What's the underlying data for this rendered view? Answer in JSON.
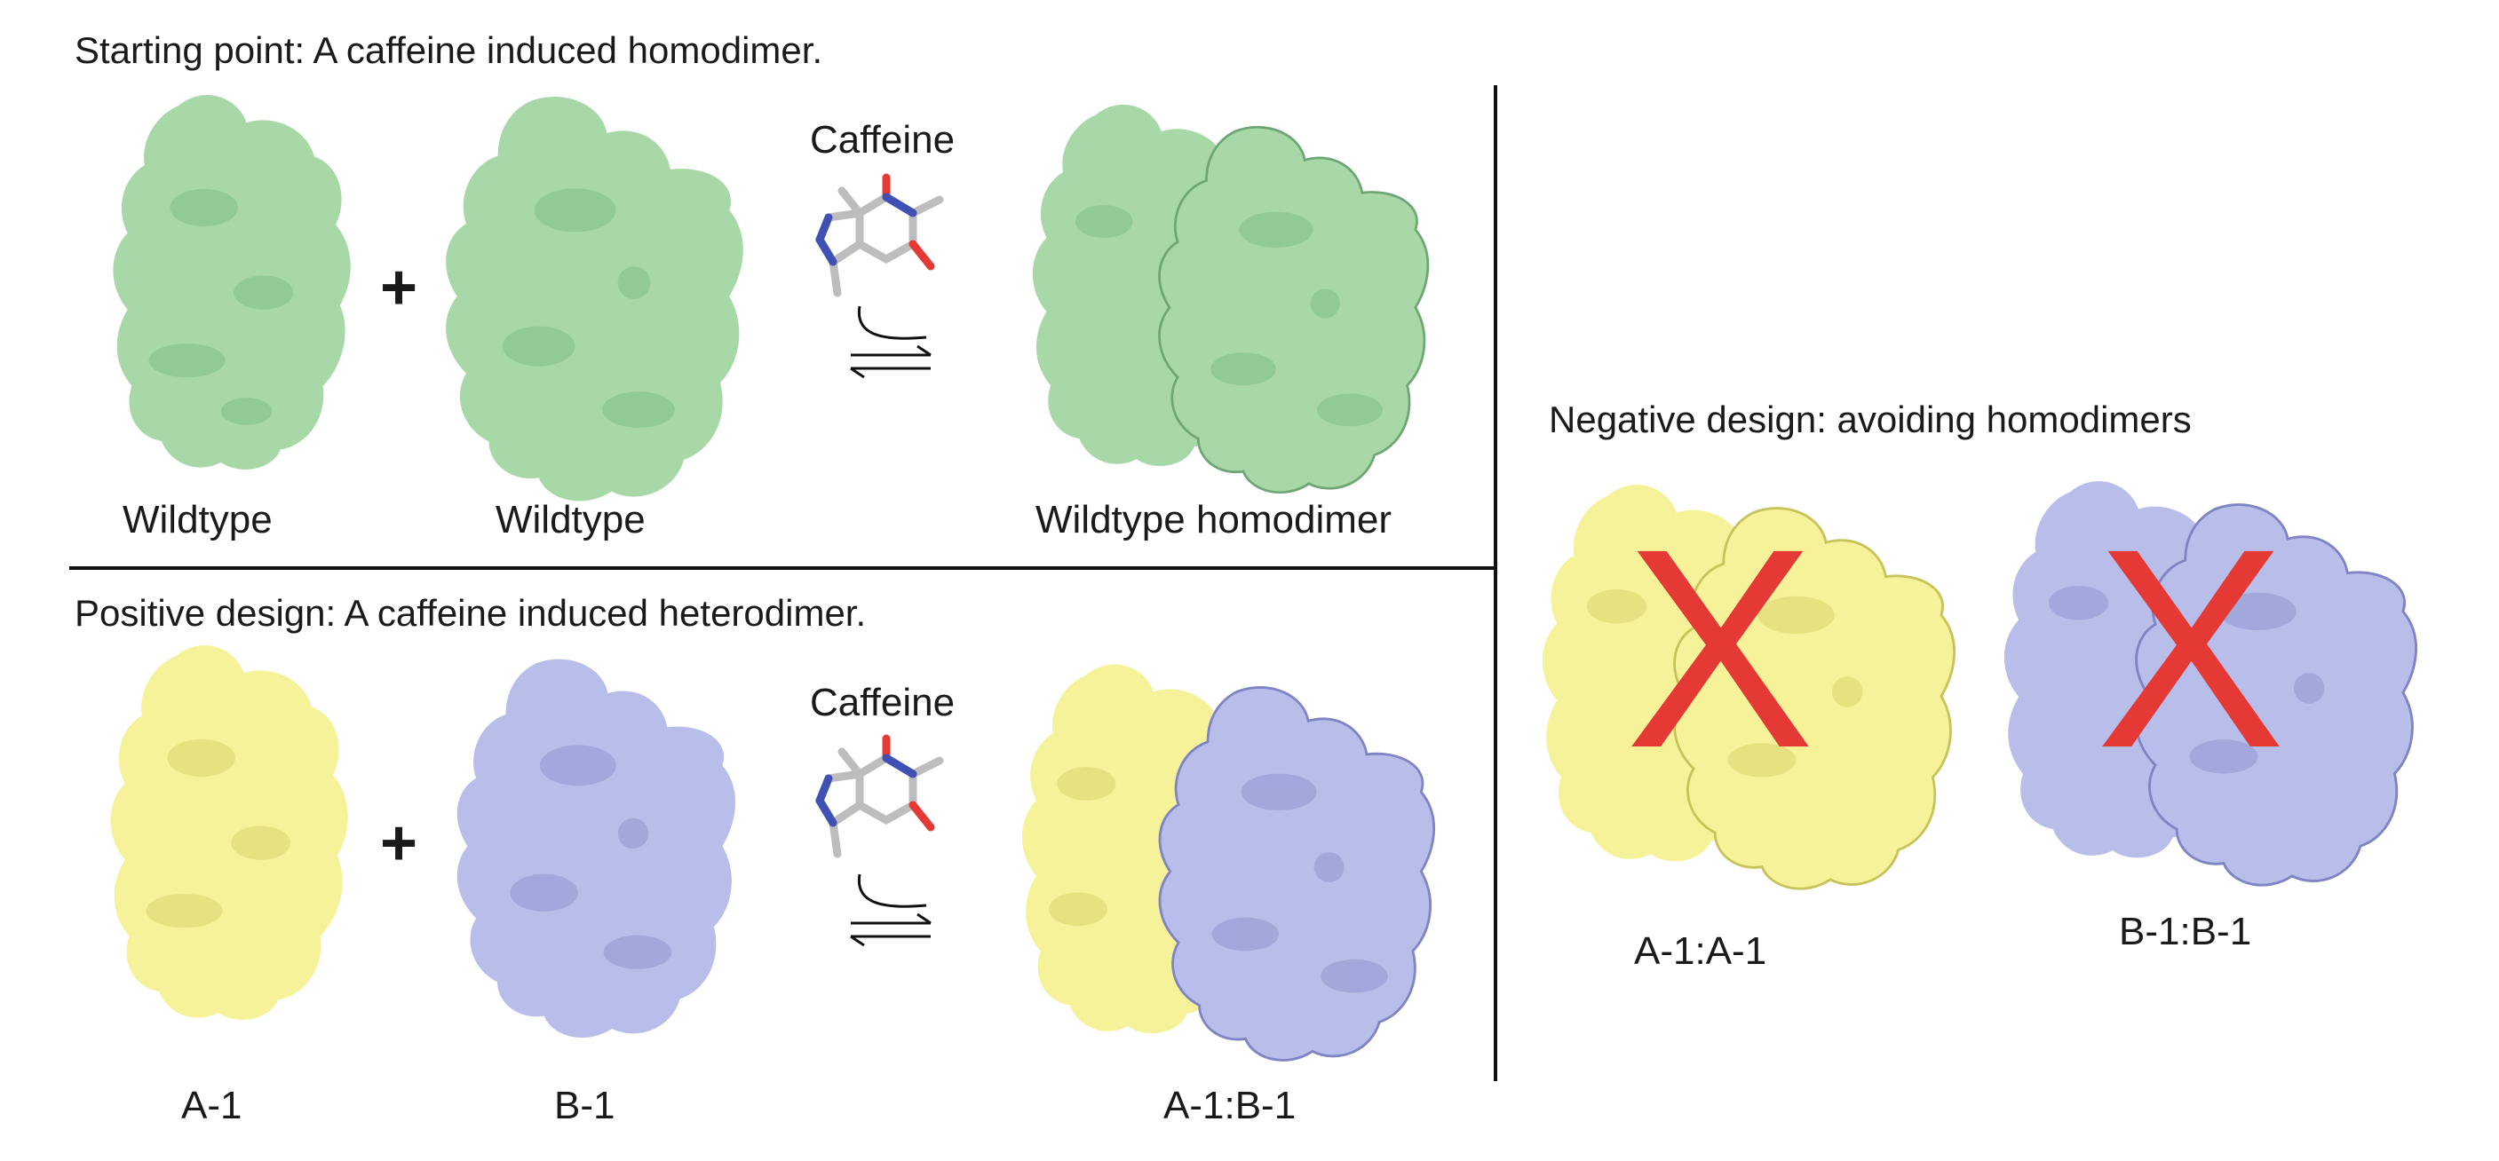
{
  "top": {
    "title": "Starting point: A caffeine induced homodimer.",
    "plus": "+",
    "caffeine_label": "Caffeine",
    "labels": [
      "Wildtype",
      "Wildtype",
      "Wildtype homodimer"
    ]
  },
  "bottom": {
    "title": "Positive design: A caffeine induced heterodimer.",
    "plus": "+",
    "caffeine_label": "Caffeine",
    "labels": [
      "A-1",
      "B-1",
      "A-1:B-1"
    ]
  },
  "right": {
    "title": "Negative design: avoiding homodimers",
    "labels": [
      "A-1:A-1",
      "B-1:B-1"
    ],
    "cross_mark": "X"
  },
  "colors": {
    "wildtype": "#a8d8a8",
    "wildtype_shade": "#7fbf85",
    "a1": "#f6f29a",
    "a1_shade": "#d9d56e",
    "b1": "#b9bdea",
    "b1_shade": "#9297cf",
    "cross": "#e53935",
    "divider": "#111111"
  }
}
